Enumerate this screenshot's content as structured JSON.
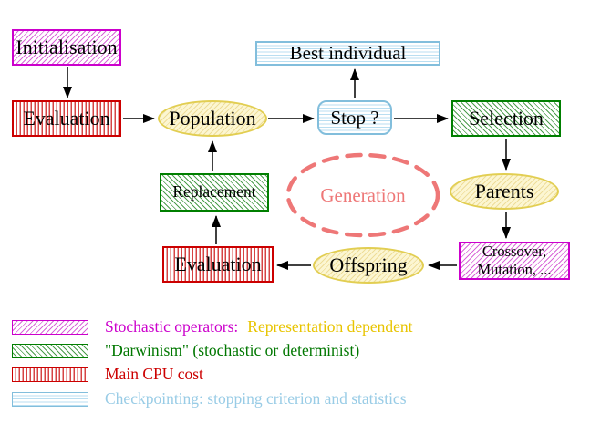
{
  "nodes": {
    "initialisation": {
      "label": "Initialisation"
    },
    "evaluation_top": {
      "label": "Evaluation"
    },
    "population": {
      "label": "Population"
    },
    "stop": {
      "label": "Stop ?"
    },
    "best_individual": {
      "label": "Best individual"
    },
    "selection": {
      "label": "Selection"
    },
    "parents": {
      "label": "Parents"
    },
    "crossover_mutation": {
      "line1": "Crossover,",
      "line2": "Mutation, ..."
    },
    "offspring": {
      "label": "Offspring"
    },
    "evaluation_bottom": {
      "label": "Evaluation"
    },
    "replacement": {
      "label": "Replacement"
    },
    "generation": {
      "label": "Generation"
    }
  },
  "legend": [
    {
      "swatch": "magenta-hatch-swatch",
      "label": "Stochastic operators:",
      "label2": "Representation dependent"
    },
    {
      "swatch": "green-hatch-swatch",
      "label": "\"Darwinism\" (stochastic or determinist)"
    },
    {
      "swatch": "red-stripe-swatch",
      "label": "Main CPU cost"
    },
    {
      "swatch": "cyan-stripe-swatch",
      "label": "Checkpointing: stopping criterion and statistics"
    }
  ],
  "colors": {
    "background": "#ffffff",
    "magenta": "#cc00cc",
    "magenta_hatch": "#d966d9",
    "green": "#007f00",
    "green_hatch": "#4d9e4d",
    "green_text": "#007700",
    "red": "#cc0000",
    "red_stripe": "#d64444",
    "light_blue": "#82bedc",
    "cyan_stripe": "#b9def1",
    "cyan_text": "#99cce6",
    "yellow_border": "#e2ce52",
    "yellow_fill": "#fcf6d2",
    "yellow_hatch": "#eedd99",
    "yellow_text": "#e8c400",
    "salmon": "#ee7777",
    "arrow": "#000000"
  }
}
